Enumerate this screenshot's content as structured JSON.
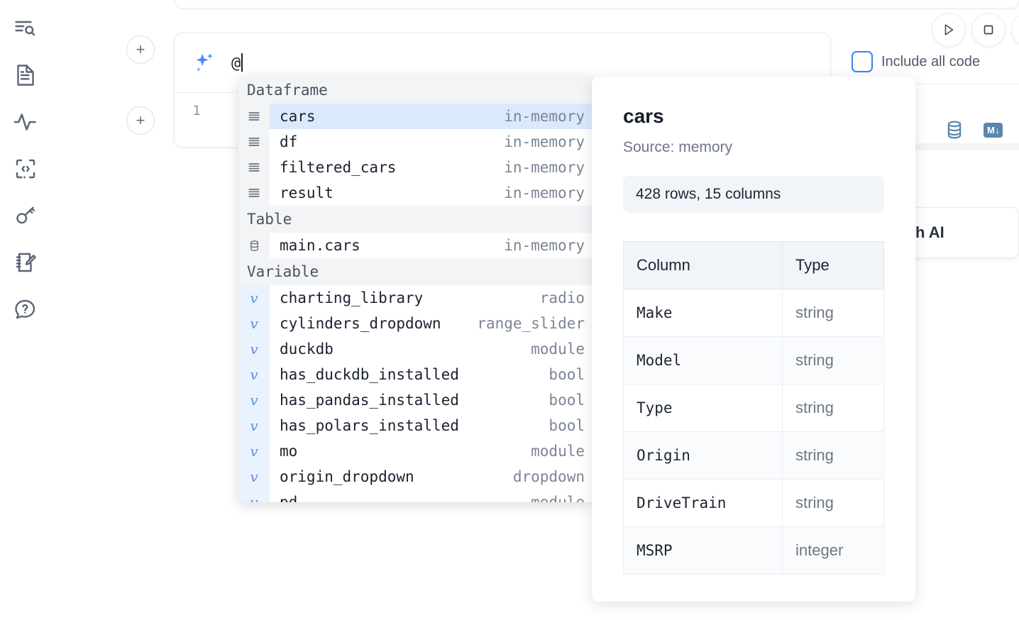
{
  "rail": {
    "items": [
      {
        "name": "explore-outline-icon",
        "label": "Outline"
      },
      {
        "name": "document-icon",
        "label": "Notebook"
      },
      {
        "name": "activity-icon",
        "label": "Runtime"
      },
      {
        "name": "code-snippet-icon",
        "label": "Snippets"
      },
      {
        "name": "key-icon",
        "label": "Secrets"
      },
      {
        "name": "scratchpad-edit-icon",
        "label": "Scratchpad"
      },
      {
        "name": "help-chat-icon",
        "label": "Help"
      }
    ]
  },
  "toolbar": {
    "run_label": "Run",
    "stop_label": "Stop",
    "include_all_code_label": "Include all code",
    "include_all_code_checked": false,
    "database_icon_label": "Database",
    "markdown_icon_label": "M",
    "markdown_icon_arrow": "↓"
  },
  "ai_prompt": {
    "value": "@",
    "sparkle_icon": "sparkle-icon",
    "line_number": "1"
  },
  "ai_panel_fragment": {
    "text": "h AI"
  },
  "add_cell": {
    "label": "+"
  },
  "autocomplete": {
    "groups": [
      {
        "label": "Dataframe",
        "kind": "dataframe",
        "items": [
          {
            "name": "cars",
            "type": "in-memory",
            "selected": true
          },
          {
            "name": "df",
            "type": "in-memory",
            "selected": false
          },
          {
            "name": "filtered_cars",
            "type": "in-memory",
            "selected": false
          },
          {
            "name": "result",
            "type": "in-memory",
            "selected": false
          }
        ]
      },
      {
        "label": "Table",
        "kind": "table",
        "items": [
          {
            "name": "main.cars",
            "type": "in-memory",
            "selected": false
          }
        ]
      },
      {
        "label": "Variable",
        "kind": "variable",
        "items": [
          {
            "name": "charting_library",
            "type": "radio",
            "selected": false
          },
          {
            "name": "cylinders_dropdown",
            "type": "range_slider",
            "selected": false
          },
          {
            "name": "duckdb",
            "type": "module",
            "selected": false
          },
          {
            "name": "has_duckdb_installed",
            "type": "bool",
            "selected": false
          },
          {
            "name": "has_pandas_installed",
            "type": "bool",
            "selected": false
          },
          {
            "name": "has_polars_installed",
            "type": "bool",
            "selected": false
          },
          {
            "name": "mo",
            "type": "module",
            "selected": false
          },
          {
            "name": "origin_dropdown",
            "type": "dropdown",
            "selected": false
          },
          {
            "name": "pd",
            "type": "module",
            "selected": false
          }
        ]
      }
    ]
  },
  "detail": {
    "title": "cars",
    "source": "Source: memory",
    "shape": "428 rows, 15 columns",
    "table_headers": [
      "Column",
      "Type"
    ],
    "rows": [
      {
        "column": "Make",
        "type": "string"
      },
      {
        "column": "Model",
        "type": "string"
      },
      {
        "column": "Type",
        "type": "string"
      },
      {
        "column": "Origin",
        "type": "string"
      },
      {
        "column": "DriveTrain",
        "type": "string"
      },
      {
        "column": "MSRP",
        "type": "integer"
      }
    ]
  },
  "colors": {
    "accent_blue": "#3b82f6",
    "selection_blue": "#daeafb",
    "icon_steel": "#5b87ad",
    "group_gray": "#f3f4f6",
    "text_dark": "#1b2130",
    "text_muted": "#7c8495"
  }
}
